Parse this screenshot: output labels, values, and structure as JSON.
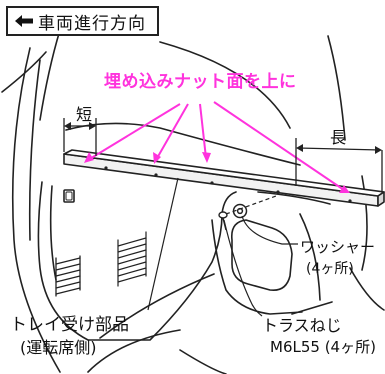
{
  "direction": {
    "arrow_icon": "left-arrow-icon",
    "text": "車両進行方向"
  },
  "callout": {
    "text": "埋め込みナット面を上に",
    "color": "#ff33dd"
  },
  "dimensions": {
    "short_label": "短",
    "long_label": "長"
  },
  "parts": {
    "washer": {
      "name": "ワッシャー",
      "count": "(4ヶ所)"
    },
    "tray_part": {
      "name": "トレイ受け部品",
      "position": "(運転席側)"
    },
    "truss_screw": {
      "name": "トラスねじ",
      "spec": "M6L55 (4ヶ所)"
    }
  }
}
